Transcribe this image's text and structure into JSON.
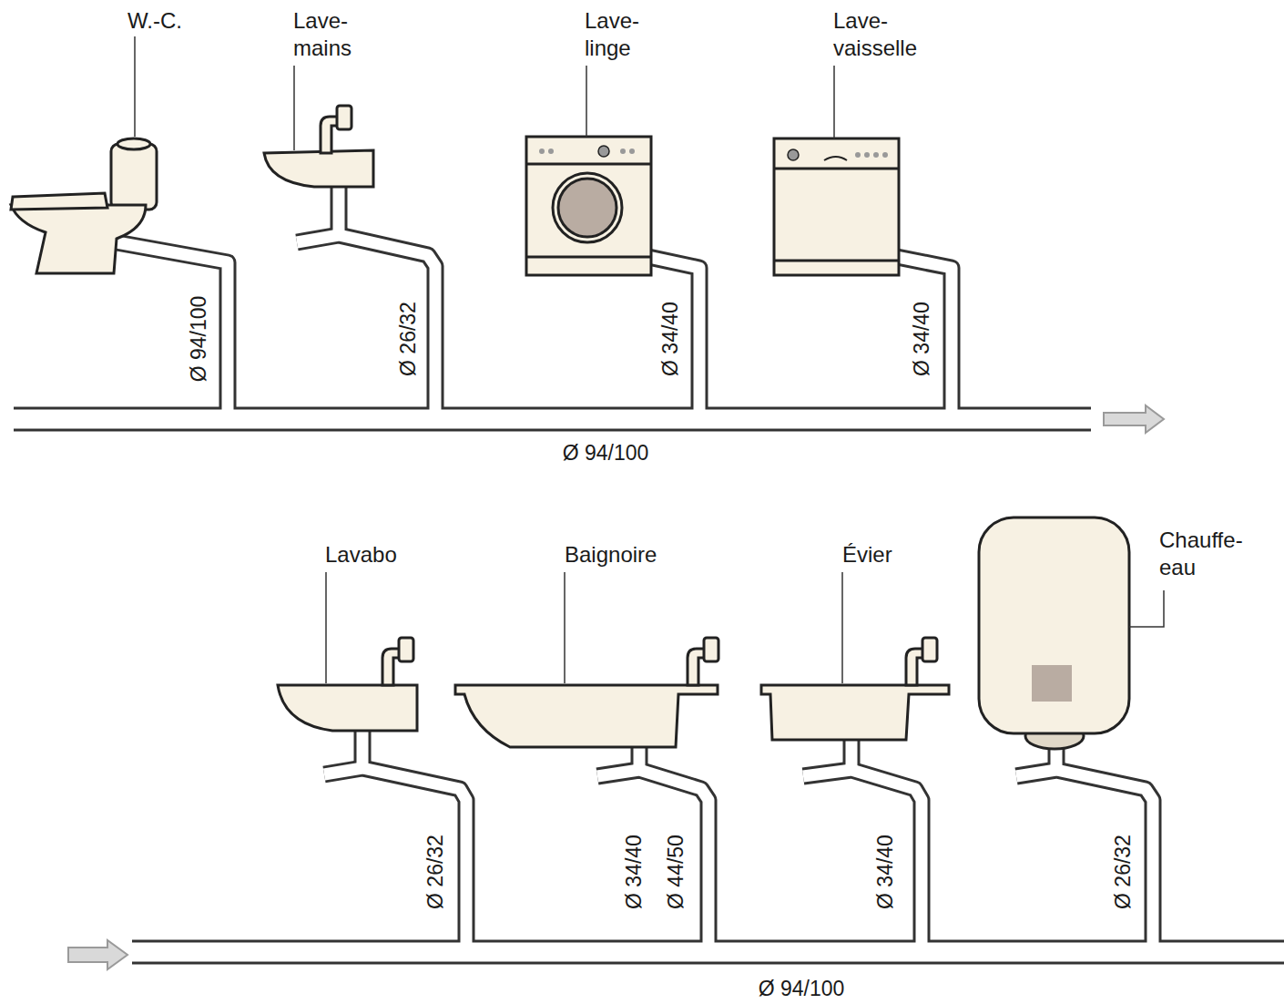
{
  "diagram": {
    "labels": [
      "W.-C.",
      "Lave- mains",
      "Lave- linge",
      "Lave- vaisselle",
      "Ø 94/100",
      "Ø 26/32",
      "Ø 34/40",
      "Ø 34/40",
      "Ø 94/100",
      "Lavabo",
      "Baignoire",
      "Évier",
      "Chauffe- eau",
      "Ø 26/32",
      "Ø 34/40",
      "Ø 44/50",
      "Ø 34/40",
      "Ø 26/32",
      "Ø 94/100"
    ]
  }
}
